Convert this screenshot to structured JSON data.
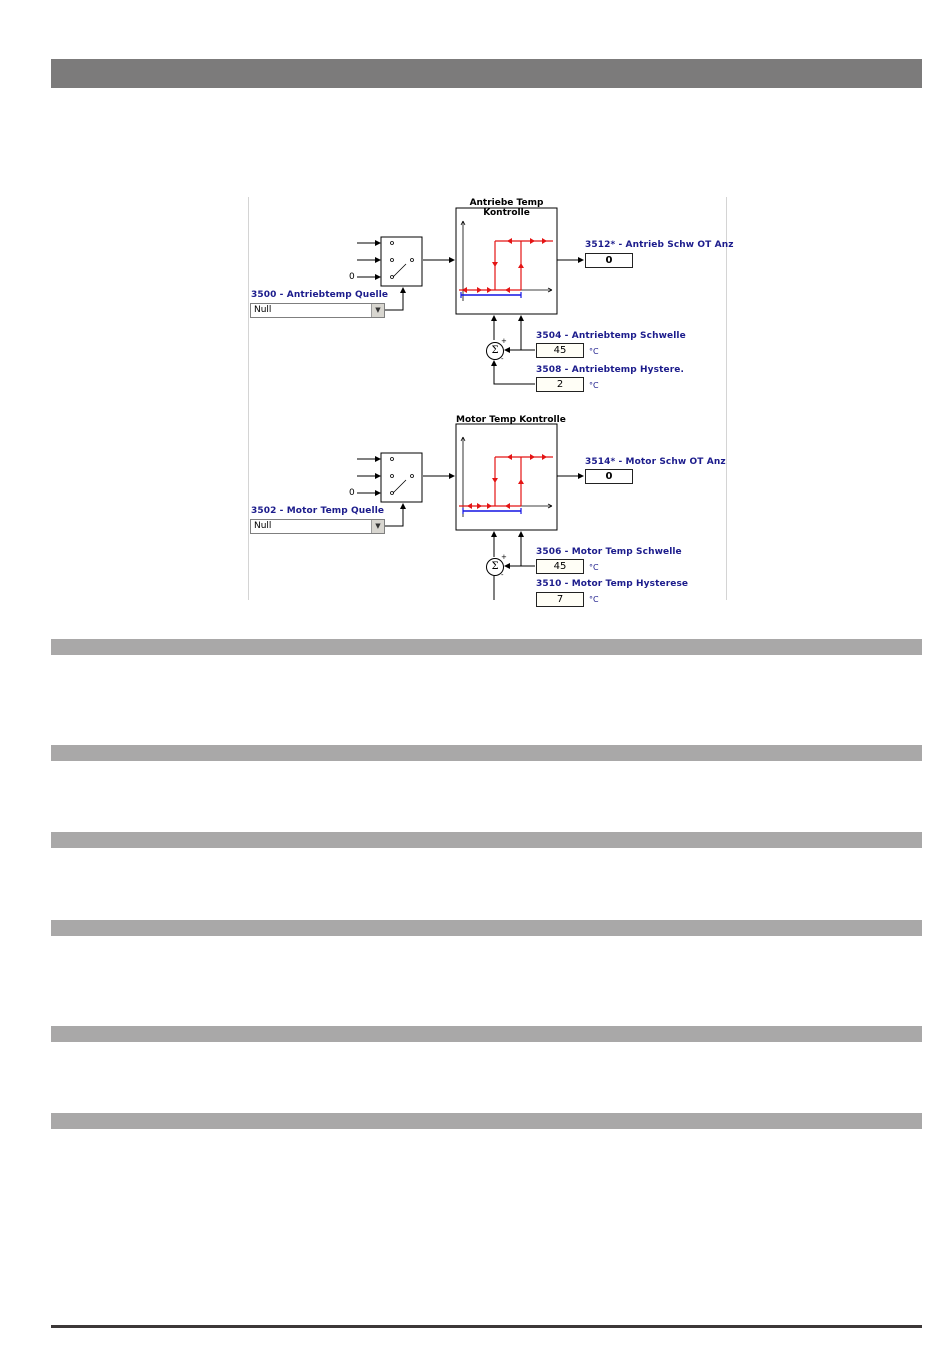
{
  "colors": {
    "header_bar": "#7c7b7b",
    "section_bar": "#a9a8a8",
    "footer_rule": "#3c3838",
    "param_label": "#1c1c8c",
    "hysteresis_red": "#e41414",
    "hysteresis_blue": "#1414e4"
  },
  "drive_block": {
    "title_line1": "Antriebe Temp",
    "title_line2": "Kontrolle",
    "source_label": "3500 - Antriebtemp Quelle",
    "source_value": "Null",
    "zero_input": "0",
    "output_label": "3512* - Antrieb Schw OT Anz",
    "output_value": "0",
    "threshold_label": "3504 - Antriebtemp Schwelle",
    "threshold_value": "45",
    "threshold_unit": "°C",
    "hysteresis_label": "3508 - Antriebtemp Hystere.",
    "hysteresis_value": "2",
    "hysteresis_unit": "°C",
    "sum_symbol": "Σ",
    "sum_plus": "+",
    "sum_minus": "-"
  },
  "motor_block": {
    "title": "Motor Temp Kontrolle",
    "source_label": "3502 - Motor Temp Quelle",
    "source_value": "Null",
    "zero_input": "0",
    "output_label": "3514* - Motor Schw OT Anz",
    "output_value": "0",
    "threshold_label": "3506 - Motor Temp Schwelle",
    "threshold_value": "45",
    "threshold_unit": "°C",
    "hysteresis_label": "3510 - Motor Temp Hysterese",
    "hysteresis_value": "7",
    "hysteresis_unit": "°C",
    "sum_symbol": "Σ",
    "sum_plus": "+",
    "sum_minus": "-"
  }
}
